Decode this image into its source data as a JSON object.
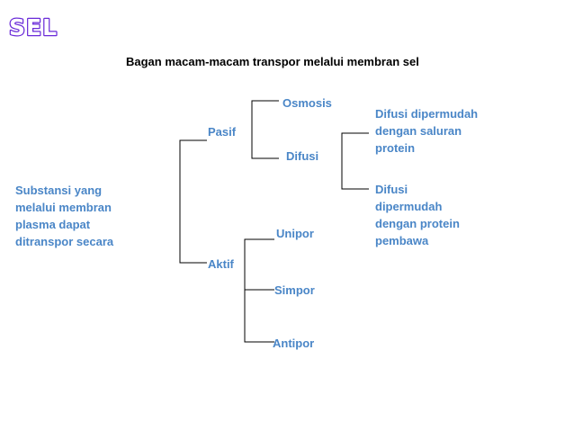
{
  "logo": {
    "text": "SEL",
    "fill": "#ffffff",
    "stroke": "#6a2bd8"
  },
  "title": "Bagan macam-macam transpor melalui membran sel",
  "text_color": "#4a86c7",
  "line_color": "#000000",
  "nodes": {
    "root": "Substansi yang\nmelalui membran\nplasma dapat\nditranspor secara",
    "pasif": "Pasif",
    "aktif": "Aktif",
    "osmosis": "Osmosis",
    "difusi": "Difusi",
    "difusi_saluran": "Difusi dipermudah\ndengan saluran\nprotein",
    "difusi_pembawa": "Difusi\ndipermudah\ndengan protein\npembawa",
    "unipor": "Unipor",
    "simpor": "Simpor",
    "antipor": "Antipor"
  }
}
